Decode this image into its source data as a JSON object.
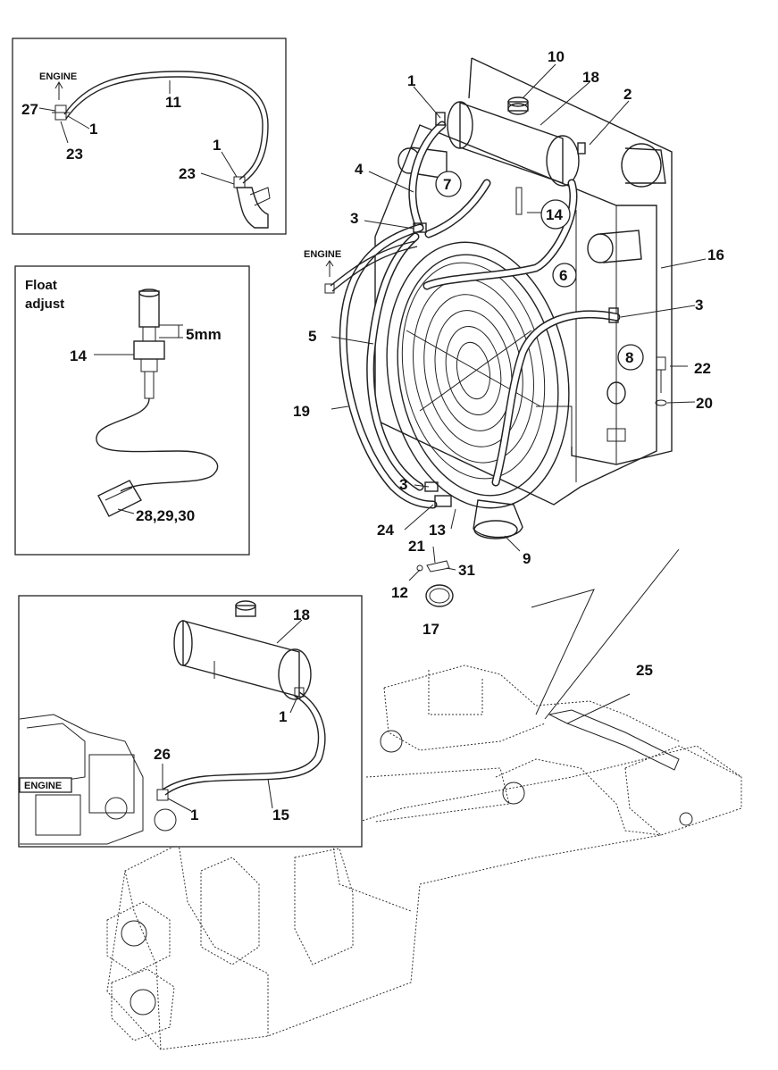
{
  "labels": {
    "n1a": "1",
    "n10": "10",
    "n18": "18",
    "n2": "2",
    "n4": "4",
    "n7": "7",
    "n3a": "3",
    "n14": "14",
    "n16": "16",
    "n6": "6",
    "n3b": "3",
    "n5": "5",
    "n8": "8",
    "n22": "22",
    "n20": "20",
    "n19": "19",
    "n3c": "3",
    "n24": "24",
    "n13": "13",
    "n9": "9",
    "n21": "21",
    "n31": "31",
    "n12": "12",
    "n17": "17",
    "n25": "25",
    "engine_main": "ENGINE"
  },
  "inset1": {
    "engine": "ENGINE",
    "n27": "27",
    "n1a": "1",
    "n23a": "23",
    "n11": "11",
    "n1b": "1",
    "n23b": "23"
  },
  "inset2": {
    "title_line1": "Float",
    "title_line2": "adjust",
    "dim": "5mm",
    "n14": "14",
    "n28": "28,29,30"
  },
  "inset3": {
    "n18": "18",
    "n1a": "1",
    "n26": "26",
    "engine": "ENGINE",
    "n1b": "1",
    "n15": "15"
  }
}
